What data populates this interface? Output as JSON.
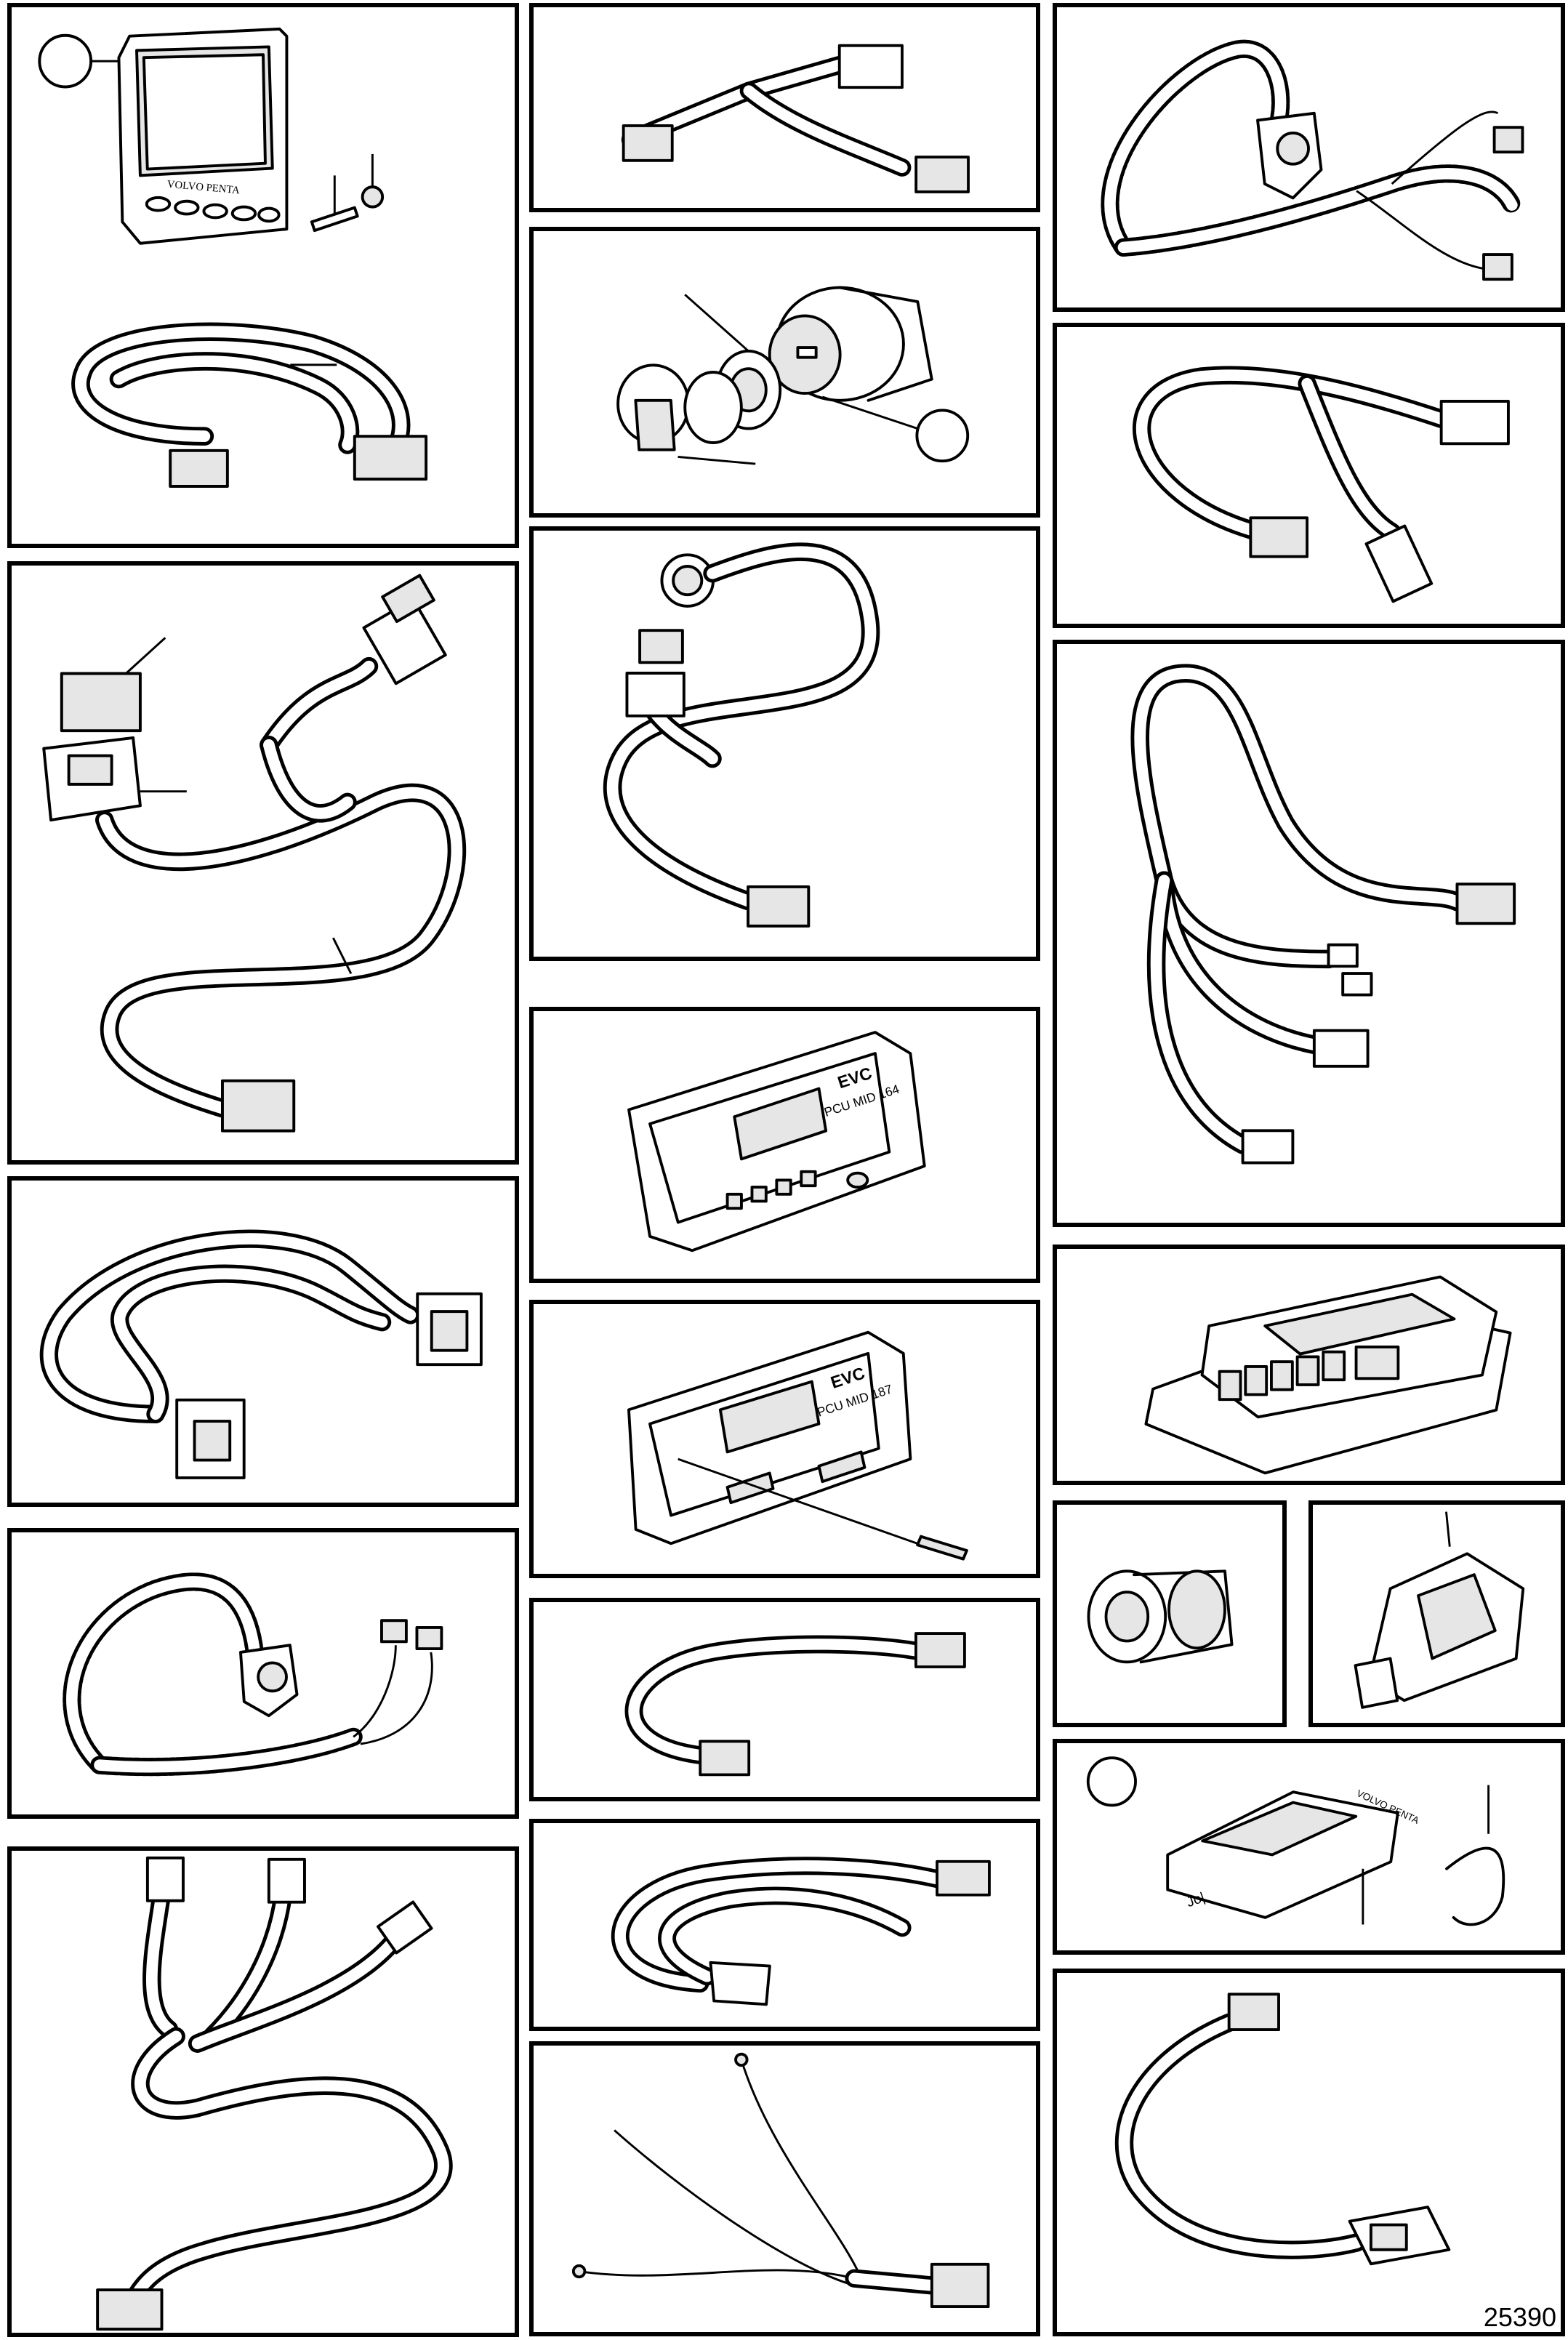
{
  "drawing_number": "25390",
  "display_brand_text": "VOLVO PENTA",
  "evc_label": "EVC",
  "pcu_label_a": "PCU MID 164",
  "pcu_label_b": "PCU MID 187",
  "gateway_brand_text": "VOLVO PENTA",
  "gateway_side_text": "Jo|"
}
